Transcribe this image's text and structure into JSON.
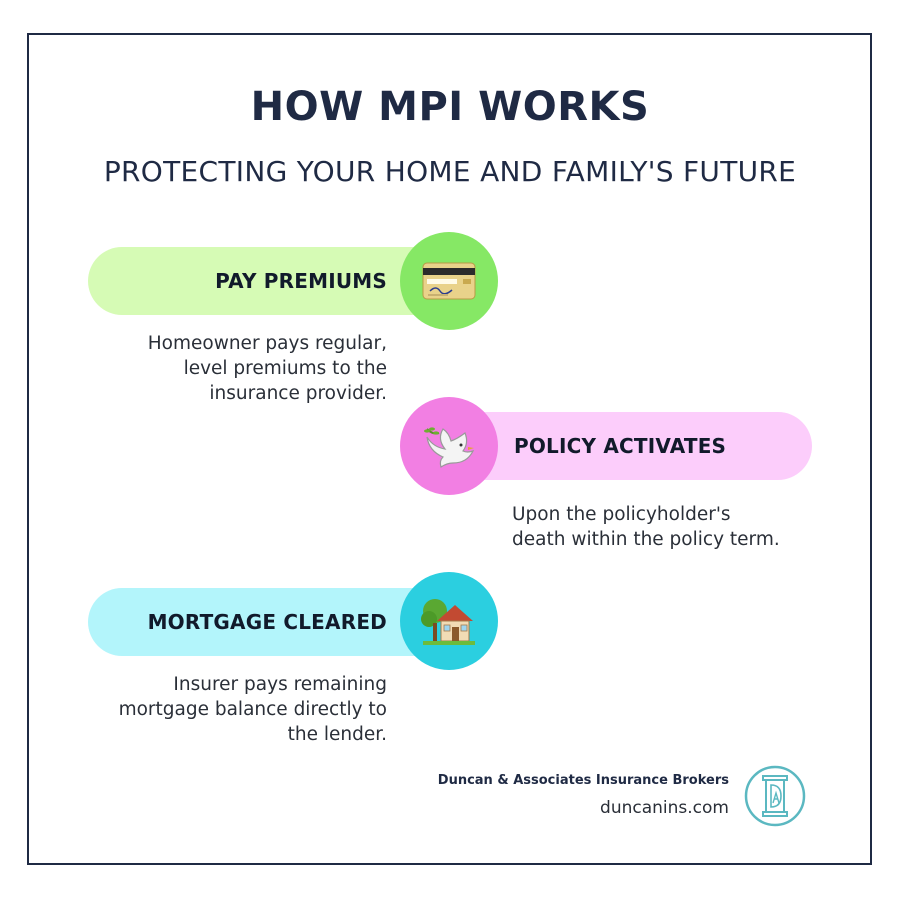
{
  "header": {
    "title": "HOW MPI WORKS",
    "subtitle": "PROTECTING YOUR HOME AND FAMILY'S FUTURE"
  },
  "steps": [
    {
      "label": "PAY PREMIUMS",
      "description": [
        "Homeowner pays regular,",
        "level premiums to the",
        "insurance provider."
      ],
      "icon": "credit-card-icon",
      "pill_color": "#d6fbb5",
      "circle_color": "#86e865"
    },
    {
      "label": "POLICY ACTIVATES",
      "description": [
        "Upon the policyholder's",
        "death within the policy term."
      ],
      "icon": "dove-icon",
      "pill_color": "#fccdfb",
      "circle_color": "#f27fe3"
    },
    {
      "label": "MORTGAGE CLEARED",
      "description": [
        "Insurer pays remaining",
        "mortgage balance directly to",
        "the lender."
      ],
      "icon": "house-icon",
      "pill_color": "#b3f5fb",
      "circle_color": "#2bcfe0"
    }
  ],
  "footer": {
    "brand_name": "Duncan & Associates Insurance Brokers",
    "website": "duncanins.com",
    "logo": "duncan-associates-logo"
  },
  "colors": {
    "navy": "#1f2a44",
    "logo_teal": "#5bb8c1"
  }
}
